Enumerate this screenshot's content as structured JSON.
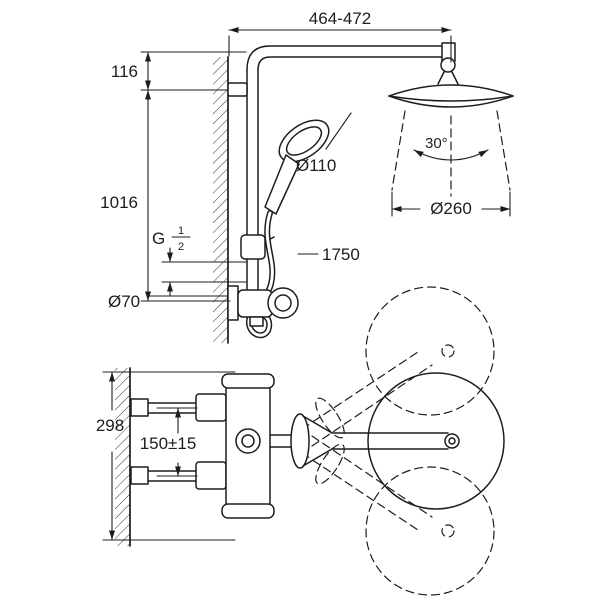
{
  "drawing": {
    "colors": {
      "line_color": "#1d1d1b",
      "background": "#ffffff"
    },
    "dimensions": {
      "top_width_range": "464-472",
      "arm_to_bracket": "116",
      "bracket_to_valve_height": "1016",
      "thread_prefix": "G",
      "thread_numerator": "1",
      "thread_denominator": "2",
      "escutcheon_diameter": "Ø70",
      "hand_shower_diameter": "Ø110",
      "spray_angle": "30°",
      "head_shower_diameter": "Ø260",
      "hose_length": "1750",
      "plan_height": "298",
      "connection_spacing": "150±15"
    }
  }
}
